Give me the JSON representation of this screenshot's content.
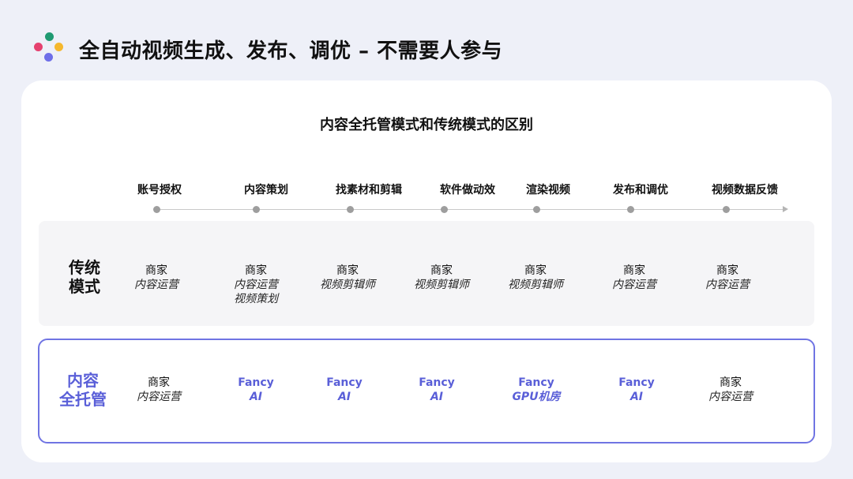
{
  "header": {
    "title": "全自动视频生成、发布、调优 – 不需要人参与",
    "logo_colors": [
      "#e5416f",
      "#1f9a72",
      "#f5b82e",
      "#6e6ee8"
    ]
  },
  "card": {
    "title": "内容全托管模式和传统模式的区别"
  },
  "steps": [
    {
      "label": "账号授权"
    },
    {
      "label": "内容策划"
    },
    {
      "label": "找素材和剪辑"
    },
    {
      "label": "软件做动效"
    },
    {
      "label": "渲染视频"
    },
    {
      "label": "发布和调优"
    },
    {
      "label": "视频数据反馈"
    }
  ],
  "rows": {
    "traditional": {
      "label_line1": "传统",
      "label_line2": "模式",
      "cells": [
        {
          "l1": "商家",
          "l2": "内容运营",
          "l3": ""
        },
        {
          "l1": "商家",
          "l2": "内容运营",
          "l3": "视频策划"
        },
        {
          "l1": "商家",
          "l2": "视频剪辑师",
          "l3": ""
        },
        {
          "l1": "商家",
          "l2": "视频剪辑师",
          "l3": ""
        },
        {
          "l1": "商家",
          "l2": "视频剪辑师",
          "l3": ""
        },
        {
          "l1": "商家",
          "l2": "内容运营",
          "l3": ""
        },
        {
          "l1": "商家",
          "l2": "内容运营",
          "l3": ""
        }
      ]
    },
    "managed": {
      "label_line1": "内容",
      "label_line2": "全托管",
      "cells": [
        {
          "l1": "商家",
          "l2": "内容运营"
        },
        {
          "l1": "Fancy",
          "l2": "AI"
        },
        {
          "l1": "Fancy",
          "l2": "AI"
        },
        {
          "l1": "Fancy",
          "l2": "AI"
        },
        {
          "l1": "Fancy",
          "l2": "GPU机房"
        },
        {
          "l1": "Fancy",
          "l2": "AI"
        },
        {
          "l1": "商家",
          "l2": "内容运营"
        }
      ]
    }
  },
  "colors": {
    "accent": "#5a5fd8",
    "border": "#7074e3",
    "background": "#eef0f8"
  }
}
